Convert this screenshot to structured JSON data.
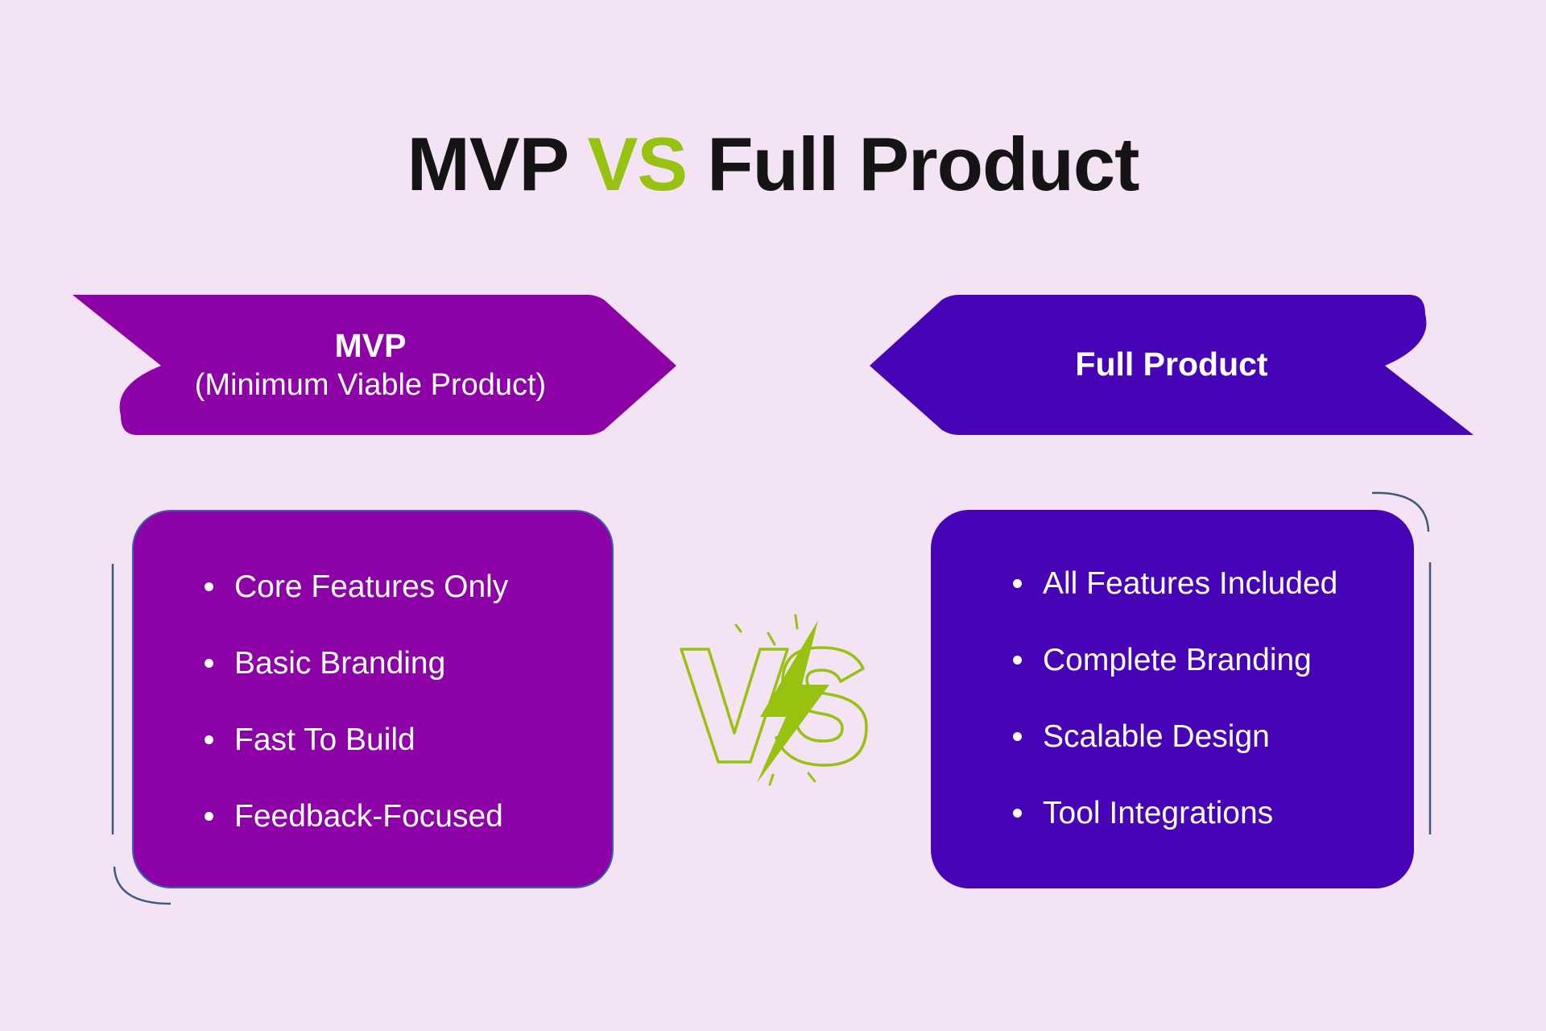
{
  "title": {
    "part1": "MVP ",
    "part2": "VS",
    "part3": " Full Product",
    "color_main": "#141414",
    "color_accent": "#97c20f"
  },
  "left": {
    "banner_title": "MVP",
    "banner_subtitle": "(Minimum Viable Product)",
    "color": "#8c02a6",
    "items": [
      "Core Features Only",
      "Basic Branding",
      "Fast To Build",
      "Feedback-Focused"
    ]
  },
  "right": {
    "banner_title": "Full Product",
    "color": "#4604b6",
    "items": [
      "All Features Included",
      "Complete Branding",
      "Scalable Design",
      "Tool Integrations"
    ]
  },
  "vs_badge": {
    "icon": "vs-lightning-icon",
    "color": "#97c20f"
  },
  "decor_color": "#3d5a80"
}
